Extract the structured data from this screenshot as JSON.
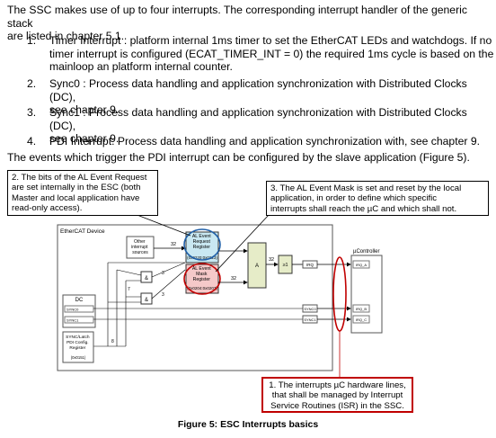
{
  "intro": "The SSC makes use of up to four interrupts. The corresponding interrupt handler of the generic stack are listed in chapter 5.1.",
  "intro_lines": [
    "The SSC makes use of up to four interrupts. The corresponding interrupt handler of the generic stack",
    "are listed in chapter 5.1."
  ],
  "items": [
    {
      "num": "1.",
      "lines": [
        "Timer Interrupt : platform internal 1ms timer to set the EtherCAT LEDs and watchdogs. If no",
        "timer interrupt is configured (ECAT_TIMER_INT = 0) the required 1ms cycle is based on the",
        "mainloop an platform internal counter."
      ]
    },
    {
      "num": "2.",
      "lines": [
        "Sync0 : Process data handling and application synchronization with Distributed Clocks (DC),",
        "see chapter 9."
      ]
    },
    {
      "num": "3.",
      "lines": [
        "Sync1 : Process data handling and application synchronization with Distributed Clocks (DC),",
        "see chapter 9."
      ]
    },
    {
      "num": "4.",
      "lines": [
        "PDI Interrupt: Process data handling and application synchronization with, see chapter 9."
      ]
    }
  ],
  "events_sentence": "The events which trigger the PDI interrupt can be configured by the slave application (Figure 5).",
  "callouts": {
    "c2": [
      "2. The bits of the AL Event Request",
      "are set internally in the ESC (both",
      "Master and local application have",
      "read-only access)."
    ],
    "c3": [
      "3. The AL Event Mask is set and reset by the local",
      "application, in order to define which specific",
      "interrupts shall reach the µC and which shall not."
    ],
    "c1": [
      "1. The interrupts µC hardware lines,",
      "that shall be managed by Interrupt",
      "Service Routines (ISR) in the SSC."
    ]
  },
  "diagram": {
    "device_label": "EtherCAT Device",
    "other_sources": [
      "Other",
      "interrupt",
      "sources"
    ],
    "al_event_request": [
      "AL Event",
      "Request",
      "Register"
    ],
    "al_event_request_addr": "(0x0220:0x0223)",
    "al_event_mask": [
      "AL Event",
      "Mask",
      "Register"
    ],
    "al_event_mask_addr": "(0x0204:0x0207)",
    "and_label": "&",
    "a_label": "A",
    "ge1_label": "≥1",
    "irq_label": "IRQ",
    "w32": "32",
    "w8": "8",
    "w7": "7",
    "w3": "3",
    "dc_label": "DC",
    "sync0_label": "SYNC0",
    "sync1_label": "SYNC1",
    "sync_latch": [
      "SYNC/Latch",
      "PDI Config.",
      "Register"
    ],
    "sync_latch_addr": "(0x0151)",
    "uc_label": "µController",
    "uc_irq_a": "IRQ_A",
    "uc_irq_b": "IRQ_B",
    "uc_irq_c": "IRQ_C"
  },
  "caption": "Figure 5: ESC Interrupts basics",
  "colors": {
    "callout_red": "#c00000",
    "request_fill": "#c9e8f2",
    "mask_fill": "#f5c9c9",
    "ellipse_blue": "#1f5fa8",
    "ellipse_red": "#c00000"
  }
}
